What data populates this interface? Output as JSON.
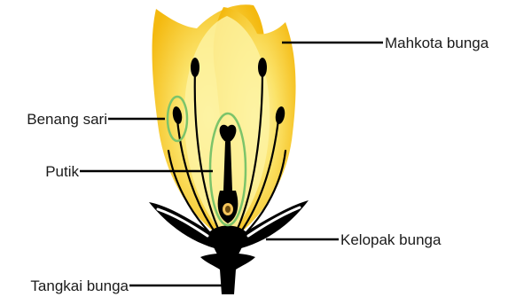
{
  "labels": {
    "corolla": "Mahkota bunga",
    "stamen": "Benang sari",
    "pistil": "Putik",
    "calyx": "Kelopak bunga",
    "stalk": "Tangkai bunga"
  },
  "colors": {
    "petal_outer": "#f6c21a",
    "petal_inner": "#fdf3a6",
    "structure": "#000000",
    "highlight": "#7cc46a",
    "label_text": "#1a1a1a"
  }
}
